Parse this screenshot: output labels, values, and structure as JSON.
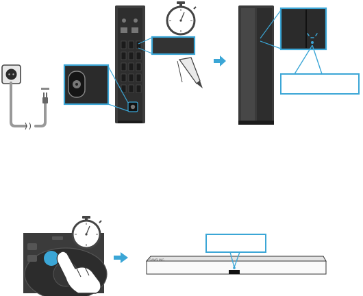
{
  "illustration": {
    "accent_color": "#3ba6d6",
    "device_color": "#3d3d3d",
    "steps": [
      {
        "icons": [
          "power-outlet-icon",
          "subwoofer-rear-panel",
          "stopwatch-icon",
          "pen-icon",
          "arrow-right-icon",
          "subwoofer-front-panel"
        ]
      },
      {
        "icons": [
          "remote-control",
          "finger-press-icon",
          "stopwatch-icon",
          "arrow-right-icon",
          "soundbar"
        ]
      }
    ]
  },
  "soundbar": {
    "brand_text": "SAMSUNG"
  }
}
